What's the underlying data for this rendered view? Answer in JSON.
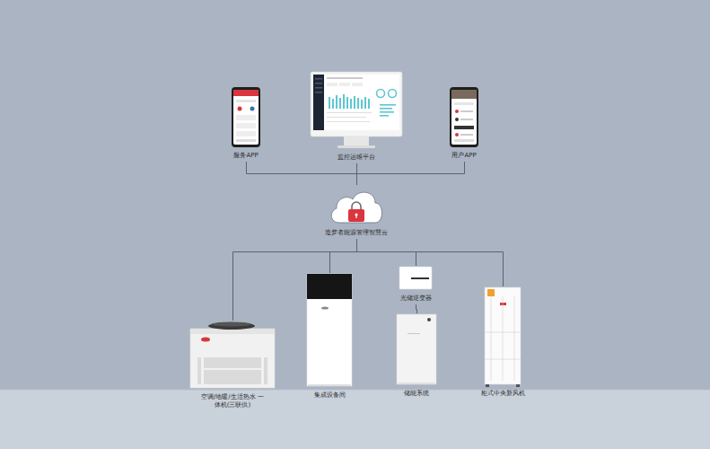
{
  "diagram": {
    "nodes": [
      {
        "text": [
          "服务APP"
        ]
      },
      {
        "text": [
          "监控运维平台"
        ]
      },
      {
        "text": [
          "用户APP"
        ]
      },
      {
        "text": [
          "造梦者能源管理智慧云"
        ]
      },
      {
        "text": [
          "空调/地暖/生活热水 一体机(三联供)"
        ]
      },
      {
        "text": [
          "集成设备间"
        ]
      },
      {
        "text": [
          "光储逆变器"
        ]
      },
      {
        "text": [
          "储能系统"
        ]
      },
      {
        "text": [
          "柜式中央新风机"
        ]
      }
    ],
    "edges": [
      {
        "from": 0,
        "to": 3,
        "arrow": "none"
      },
      {
        "from": 1,
        "to": 3,
        "arrow": "none"
      },
      {
        "from": 2,
        "to": 3,
        "arrow": "none"
      },
      {
        "from": 3,
        "to": 4,
        "arrow": "none"
      },
      {
        "from": 3,
        "to": 5,
        "arrow": "none"
      },
      {
        "from": 3,
        "to": 6,
        "arrow": "none"
      },
      {
        "from": 3,
        "to": 8,
        "arrow": "none"
      },
      {
        "from": 6,
        "to": 7,
        "arrow": "none"
      }
    ]
  }
}
